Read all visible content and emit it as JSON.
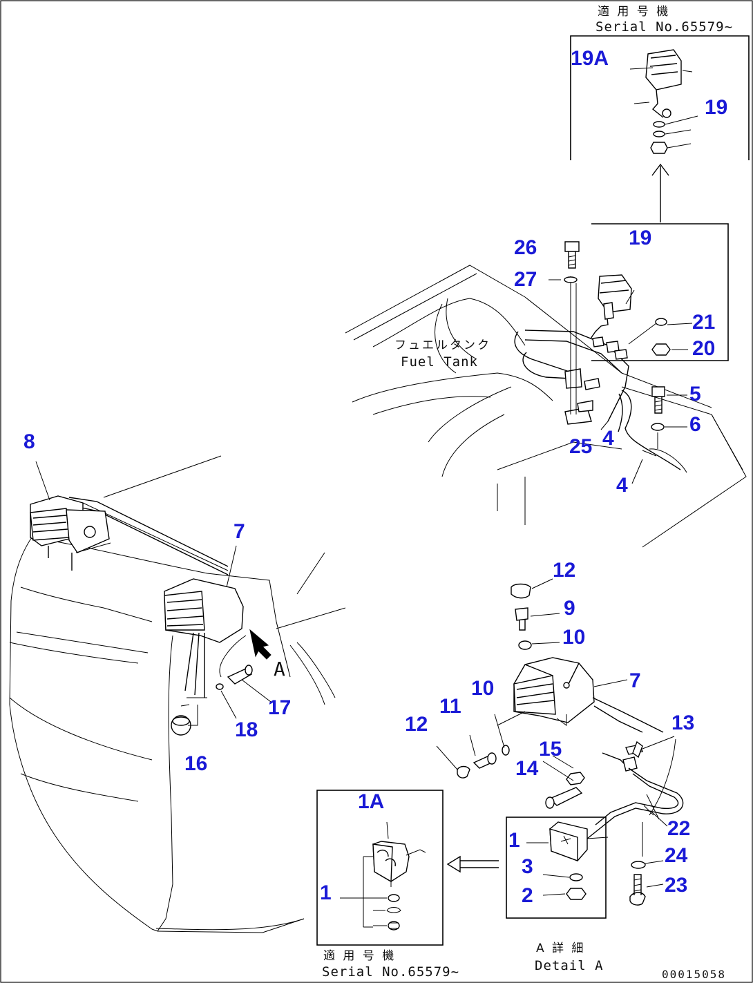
{
  "callouts": {
    "c19A_top": "19A",
    "c19_top": "19",
    "c26": "26",
    "c27": "27",
    "c19_mid": "19",
    "c21": "21",
    "c20": "20",
    "c5": "5",
    "c6": "6",
    "c4a": "4",
    "c25": "25",
    "c4b": "4",
    "c8": "8",
    "c7_left": "7",
    "c12_top": "12",
    "c9": "9",
    "c10_top": "10",
    "c7_right": "7",
    "c10_mid": "10",
    "c11": "11",
    "c12_left": "12",
    "c15": "15",
    "c14": "14",
    "c13": "13",
    "c17": "17",
    "c18": "18",
    "c16": "16",
    "c1A": "1A",
    "c1_inset": "1",
    "c1": "1",
    "c3": "3",
    "c2": "2",
    "c22": "22",
    "c24": "24",
    "c23": "23"
  },
  "labels": {
    "serial_top_jp": "適 用 号 機",
    "serial_top_en": "Serial No.65579~",
    "fuel_tank_jp": "フュエルタンク",
    "fuel_tank_en": "Fuel Tank",
    "view_arrow_letter": "A",
    "serial_bottom_jp": "適 用 号 機",
    "serial_bottom_en": "Serial No.65579~",
    "detail_jp": "A 詳 細",
    "detail_en": "Detail A",
    "drawing_code": "00015058"
  }
}
